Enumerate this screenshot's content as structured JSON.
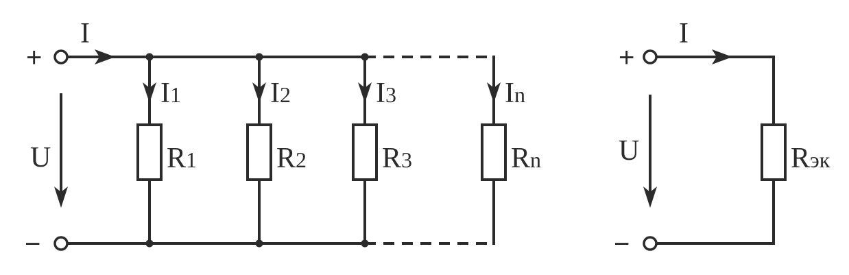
{
  "left_circuit": {
    "plus": "+",
    "minus": "−",
    "current_main": "I",
    "voltage": "U",
    "branches": [
      {
        "current": {
          "letter": "I",
          "sub": "1"
        },
        "resistor": {
          "letter": "R",
          "sub": "1"
        },
        "dashed": false
      },
      {
        "current": {
          "letter": "I",
          "sub": "2"
        },
        "resistor": {
          "letter": "R",
          "sub": "2"
        },
        "dashed": false
      },
      {
        "current": {
          "letter": "I",
          "sub": "3"
        },
        "resistor": {
          "letter": "R",
          "sub": "3"
        },
        "dashed": false
      },
      {
        "current": {
          "letter": "I",
          "sub": "n"
        },
        "resistor": {
          "letter": "R",
          "sub": "n"
        },
        "dashed": true
      }
    ]
  },
  "right_circuit": {
    "plus": "+",
    "minus": "−",
    "current_main": "I",
    "voltage": "U",
    "resistor": {
      "letter": "R",
      "sub": "эк"
    }
  }
}
